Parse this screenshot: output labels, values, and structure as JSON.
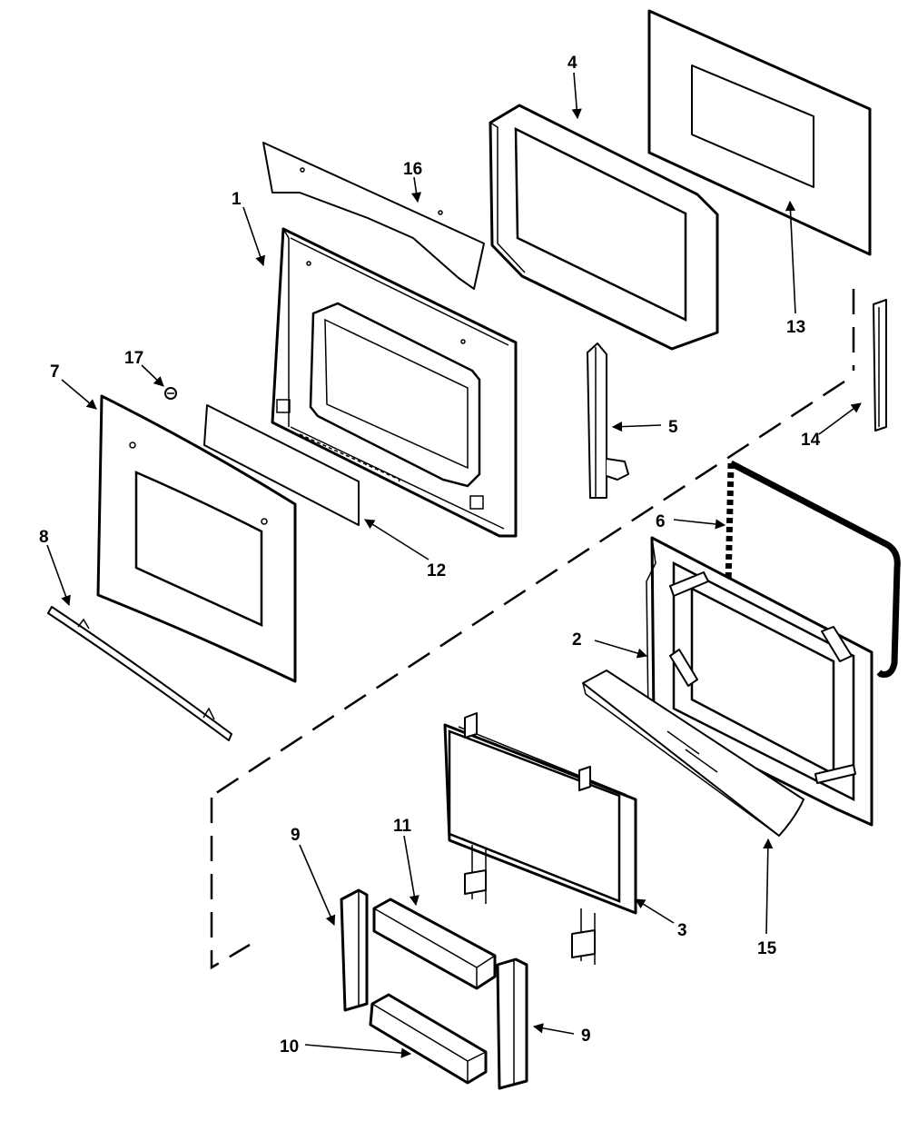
{
  "callouts": [
    {
      "id": "c1",
      "text": "1"
    },
    {
      "id": "c2",
      "text": "2"
    },
    {
      "id": "c3",
      "text": "3"
    },
    {
      "id": "c4",
      "text": "4"
    },
    {
      "id": "c5",
      "text": "5"
    },
    {
      "id": "c6",
      "text": "6"
    },
    {
      "id": "c7",
      "text": "7"
    },
    {
      "id": "c8",
      "text": "8"
    },
    {
      "id": "c9a",
      "text": "9"
    },
    {
      "id": "c9b",
      "text": "9"
    },
    {
      "id": "c10",
      "text": "10"
    },
    {
      "id": "c11",
      "text": "11"
    },
    {
      "id": "c12",
      "text": "12"
    },
    {
      "id": "c13",
      "text": "13"
    },
    {
      "id": "c14",
      "text": "14"
    },
    {
      "id": "c15",
      "text": "15"
    },
    {
      "id": "c16",
      "text": "16"
    },
    {
      "id": "c17",
      "text": "17"
    }
  ]
}
